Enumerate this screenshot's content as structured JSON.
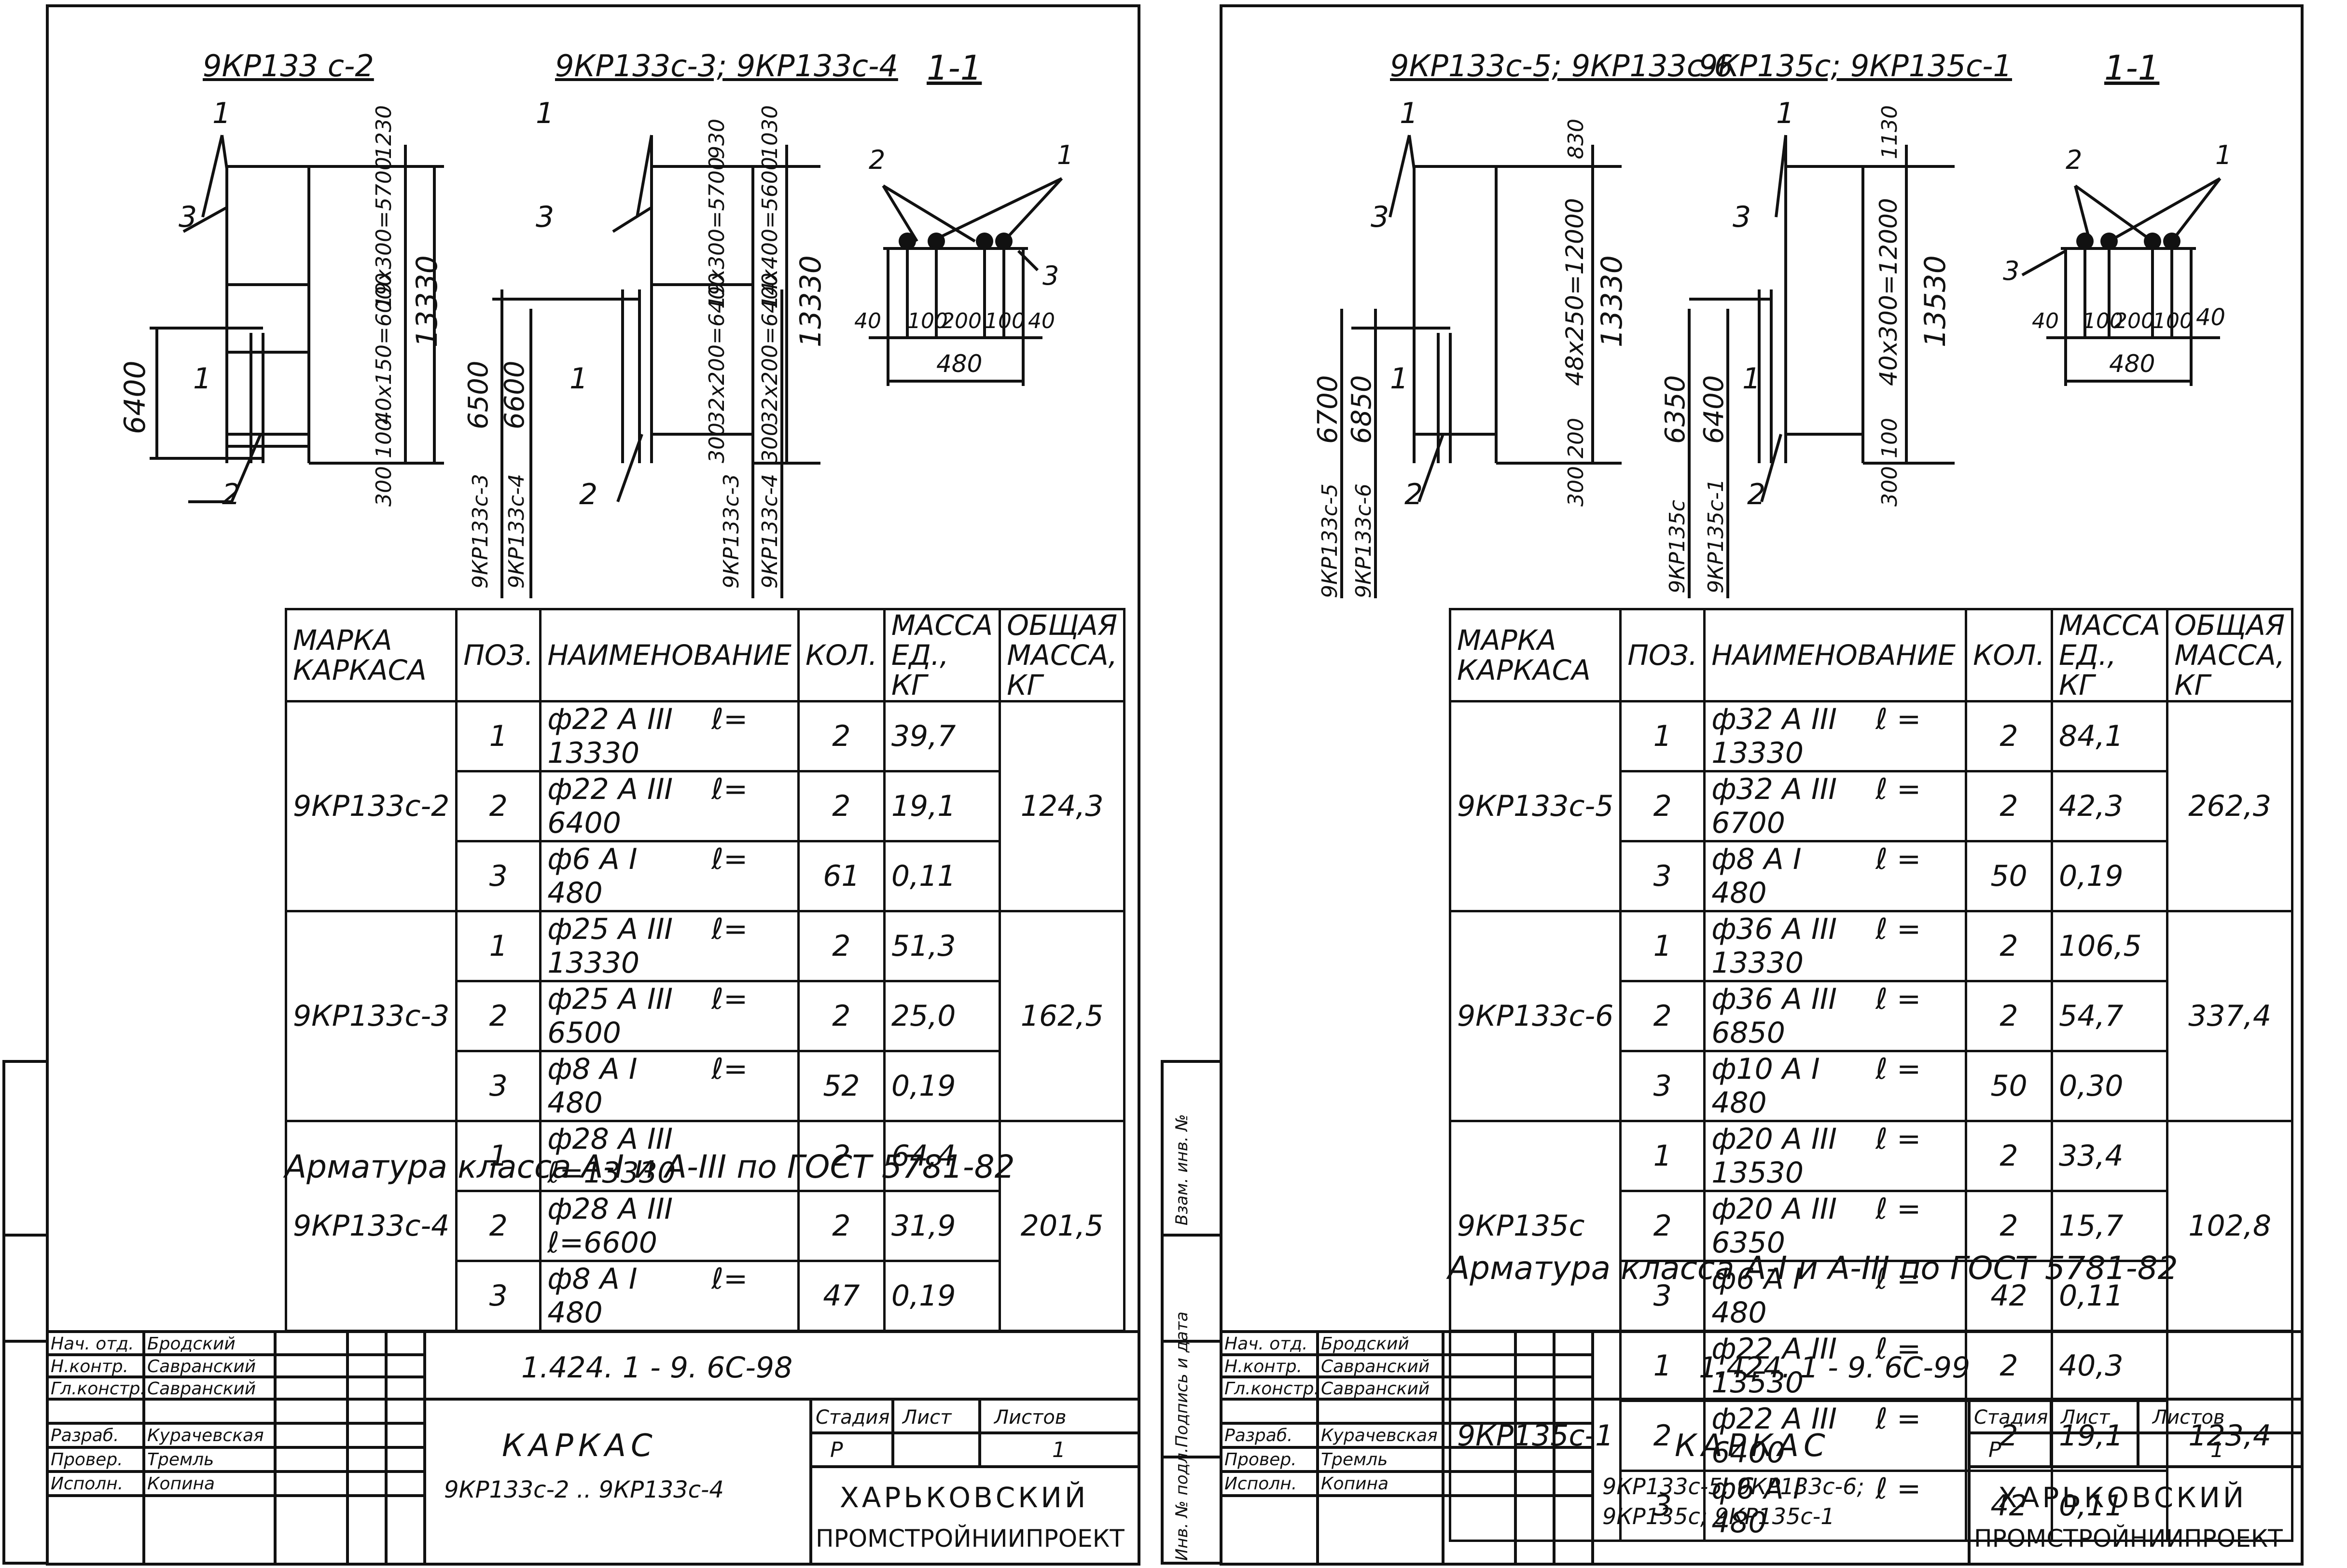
{
  "sheets": [
    {
      "drawing_labels": {
        "view_a": "9КР133 с-2",
        "view_b": "9КР133с-3; 9КР133с-4",
        "section": "1-1",
        "pos1": "1",
        "pos2": "2",
        "pos3": "3",
        "section_mark": "1",
        "dim_a1": "1230",
        "dim_a2": "19х300=5700",
        "dim_a3": "40х150=6000",
        "dim_a4": "100",
        "dim_a5": "300",
        "dim_a6": "13330",
        "dim_a7": "6400",
        "dim_b1": "930",
        "dim_b2": "1030",
        "dim_b3": "19х300=5700",
        "dim_b4": "14х400=5600",
        "dim_b5": "32х200=6400",
        "dim_b6": "32х200=6400",
        "dim_b7": "13330",
        "dim_b8": "6500",
        "dim_b9": "6600",
        "dim_b10": "300",
        "dim_b11": "300",
        "mark_b1": "9КР133с-3",
        "mark_b2": "9КР133с-4",
        "sec_d1": "40",
        "sec_d2": "100",
        "sec_d3": "200",
        "sec_d4": "100",
        "sec_d5": "40",
        "sec_total": "480"
      },
      "headers": {
        "mark": "МАРКА КАРКАСА",
        "pos": "ПОЗ.",
        "name": "НАИМЕНОВАНИЕ",
        "qty": "КОЛ.",
        "mass": "МАССА ЕД., КГ",
        "total": "ОБЩАЯ МАССА, КГ"
      },
      "groups": [
        {
          "mark": "9КР133с-2",
          "total": "124,3",
          "rows": [
            {
              "pos": "1",
              "dia": "ф22 А III",
              "len": "ℓ= 13330",
              "qty": "2",
              "mass": "39,7"
            },
            {
              "pos": "2",
              "dia": "ф22 А III",
              "len": "ℓ= 6400",
              "qty": "2",
              "mass": "19,1"
            },
            {
              "pos": "3",
              "dia": "ф6 А I",
              "len": "ℓ= 480",
              "qty": "61",
              "mass": "0,11"
            }
          ]
        },
        {
          "mark": "9КР133с-3",
          "total": "162,5",
          "rows": [
            {
              "pos": "1",
              "dia": "ф25 А III",
              "len": "ℓ= 13330",
              "qty": "2",
              "mass": "51,3"
            },
            {
              "pos": "2",
              "dia": "ф25 А III",
              "len": "ℓ= 6500",
              "qty": "2",
              "mass": "25,0"
            },
            {
              "pos": "3",
              "dia": "ф8 А I",
              "len": "ℓ= 480",
              "qty": "52",
              "mass": "0,19"
            }
          ]
        },
        {
          "mark": "9КР133с-4",
          "total": "201,5",
          "rows": [
            {
              "pos": "1",
              "dia": "ф28 А III",
              "len": "ℓ=13330",
              "qty": "2",
              "mass": "64,4"
            },
            {
              "pos": "2",
              "dia": "ф28 А III",
              "len": "ℓ=6600",
              "qty": "2",
              "mass": "31,9"
            },
            {
              "pos": "3",
              "dia": "ф8 А I",
              "len": "ℓ= 480",
              "qty": "47",
              "mass": "0,19"
            }
          ]
        }
      ],
      "note": "Арматура класса А-I и А-III по ГОСТ 5781-82",
      "title_block": {
        "code": "1.424. 1 - 9. 6С-98",
        "staff": [
          {
            "role": "Нач. отд.",
            "name": "Бродский"
          },
          {
            "role": "Н.контр.",
            "name": "Савранский"
          },
          {
            "role": "Гл.констр.",
            "name": "Савранский"
          },
          {
            "role": "Разраб.",
            "name": "Курачевская"
          },
          {
            "role": "Провер.",
            "name": "Тремль"
          },
          {
            "role": "Исполн.",
            "name": "Копина"
          }
        ],
        "name_main": "КАРКАС",
        "name_sub": "9КР133с-2 .. 9КР133с-4",
        "h_stage": "Стадия",
        "h_sheet": "Лист",
        "h_sheets": "Листов",
        "stage": "Р",
        "sheets": "1",
        "org1": "ХАРЬКОВСКИЙ",
        "org2": "ПРОМСТРОЙНИИПРОЕКТ"
      }
    },
    {
      "drawing_labels": {
        "view_a": "9КР133с-5; 9КР133с-6",
        "view_b": "9КР135с; 9КР135с-1",
        "section": "1-1",
        "pos1": "1",
        "pos2": "2",
        "pos3": "3",
        "section_mark": "1",
        "dim_a1": "830",
        "dim_a2": "48х250=12000",
        "dim_a3": "13330",
        "dim_a4": "200",
        "dim_a5": "300",
        "dim_a6": "6700",
        "dim_a7": "6850",
        "mark_a1": "9КР133с-5",
        "mark_a2": "9КР133с-6",
        "dim_b1": "1130",
        "dim_b2": "40х300=12000",
        "dim_b3": "13530",
        "dim_b4": "100",
        "dim_b5": "300",
        "dim_b6": "6350",
        "dim_b7": "6400",
        "mark_b1": "9КР135с",
        "mark_b2": "9КР135с-1",
        "sec_d1": "40",
        "sec_d2": "100",
        "sec_d3": "200",
        "sec_d4": "100",
        "sec_d5": "40",
        "sec_total": "480"
      },
      "headers": {
        "mark": "МАРКА КАРКАСА",
        "pos": "ПОЗ.",
        "name": "НАИМЕНОВАНИЕ",
        "qty": "КОЛ.",
        "mass": "МАССА ЕД., КГ",
        "total": "ОБЩАЯ МАССА, КГ"
      },
      "groups": [
        {
          "mark": "9КР133с-5",
          "total": "262,3",
          "rows": [
            {
              "pos": "1",
              "dia": "ф32 А III",
              "len": "ℓ = 13330",
              "qty": "2",
              "mass": "84,1"
            },
            {
              "pos": "2",
              "dia": "ф32 А III",
              "len": "ℓ = 6700",
              "qty": "2",
              "mass": "42,3"
            },
            {
              "pos": "3",
              "dia": "ф8 А I",
              "len": "ℓ = 480",
              "qty": "50",
              "mass": "0,19"
            }
          ]
        },
        {
          "mark": "9КР133с-6",
          "total": "337,4",
          "rows": [
            {
              "pos": "1",
              "dia": "ф36 А III",
              "len": "ℓ = 13330",
              "qty": "2",
              "mass": "106,5"
            },
            {
              "pos": "2",
              "dia": "ф36 А III",
              "len": "ℓ = 6850",
              "qty": "2",
              "mass": "54,7"
            },
            {
              "pos": "3",
              "dia": "ф10 А I",
              "len": "ℓ = 480",
              "qty": "50",
              "mass": "0,30"
            }
          ]
        },
        {
          "mark": "9КР135с",
          "total": "102,8",
          "rows": [
            {
              "pos": "1",
              "dia": "ф20 А III",
              "len": "ℓ = 13530",
              "qty": "2",
              "mass": "33,4"
            },
            {
              "pos": "2",
              "dia": "ф20 А III",
              "len": "ℓ = 6350",
              "qty": "2",
              "mass": "15,7"
            },
            {
              "pos": "3",
              "dia": "ф6 А I",
              "len": "ℓ = 480",
              "qty": "42",
              "mass": "0,11"
            }
          ]
        },
        {
          "mark": "9КР135с-1",
          "total": "123,4",
          "rows": [
            {
              "pos": "1",
              "dia": "ф22 А III",
              "len": "ℓ = 13530",
              "qty": "2",
              "mass": "40,3"
            },
            {
              "pos": "2",
              "dia": "ф22 А III",
              "len": "ℓ = 6400",
              "qty": "2",
              "mass": "19,1"
            },
            {
              "pos": "3",
              "dia": "ф6 А I",
              "len": "ℓ = 480",
              "qty": "42",
              "mass": "0,11"
            }
          ]
        }
      ],
      "note": "Арматура класса А-I и А-III по ГОСТ 5781-82",
      "title_block": {
        "code": "1.424. 1 - 9. 6С-99",
        "staff": [
          {
            "role": "Нач. отд.",
            "name": "Бродский"
          },
          {
            "role": "Н.контр.",
            "name": "Савранский"
          },
          {
            "role": "Гл.констр.",
            "name": "Савранский"
          },
          {
            "role": "Разраб.",
            "name": "Курачевская"
          },
          {
            "role": "Провер.",
            "name": "Тремль"
          },
          {
            "role": "Исполн.",
            "name": "Копина"
          }
        ],
        "name_main": "КАРКАС",
        "name_sub": "9КР133с-5; 9КР133с-6; 9КР135с; 9КР135с-1",
        "h_stage": "Стадия",
        "h_sheet": "Лист",
        "h_sheets": "Листов",
        "stage": "Р",
        "sheets": "1",
        "org1": "ХАРЬКОВСКИЙ",
        "org2": "ПРОМСТРОЙНИИПРОЕКТ"
      },
      "side_stamp": [
        "Инв. № подл.",
        "Подпись и дата",
        "Взам. инв. №"
      ]
    }
  ]
}
